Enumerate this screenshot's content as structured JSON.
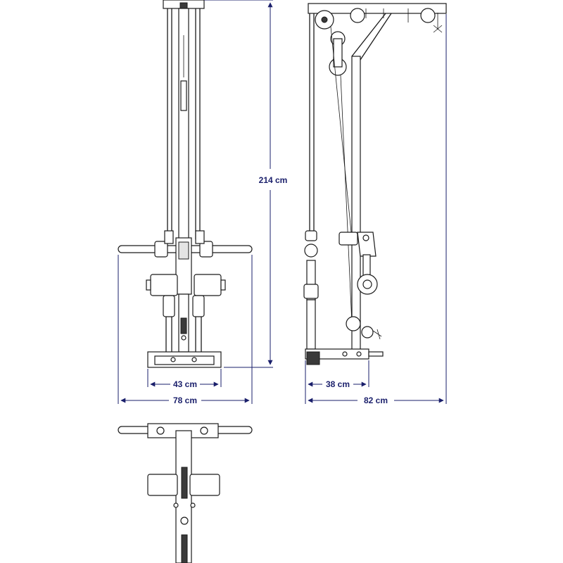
{
  "dimensions": {
    "height": "214 cm",
    "front_base_width": "43 cm",
    "front_total_width": "78 cm",
    "side_base_depth": "38 cm",
    "side_total_depth": "82 cm"
  },
  "colors": {
    "dimension": "#1a1f6b",
    "outline": "#1a1a1a",
    "background": "#ffffff"
  }
}
